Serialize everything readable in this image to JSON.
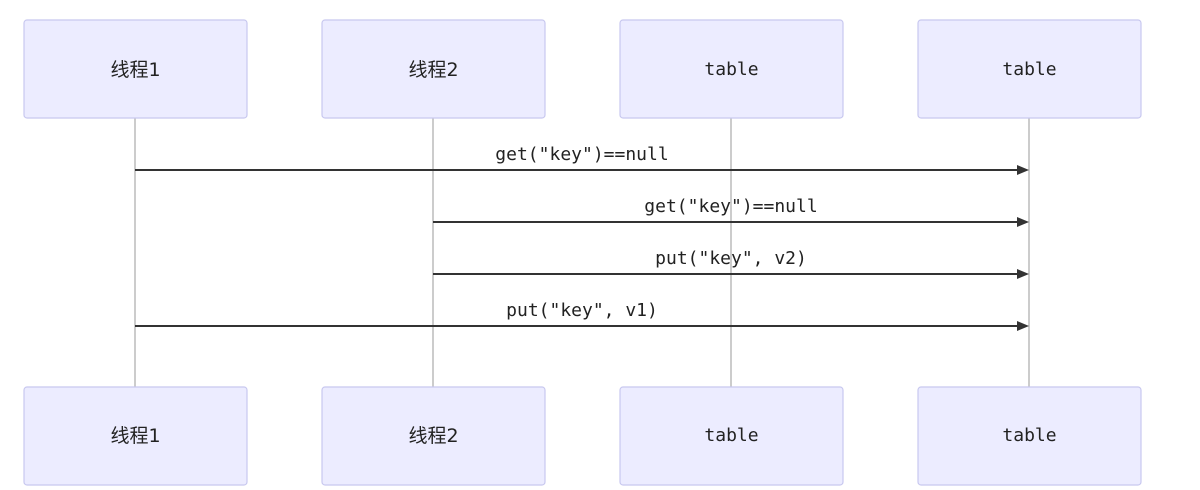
{
  "participants": [
    {
      "id": "t1",
      "label": "线程1"
    },
    {
      "id": "t2",
      "label": "线程2"
    },
    {
      "id": "tbl_a",
      "label": "table"
    },
    {
      "id": "tbl_b",
      "label": "table"
    }
  ],
  "messages": [
    {
      "from": "t1",
      "to": "tbl_b",
      "label": "get(\"key\")==null"
    },
    {
      "from": "t2",
      "to": "tbl_b",
      "label": "get(\"key\")==null"
    },
    {
      "from": "t2",
      "to": "tbl_b",
      "label": "put(\"key\", v2)"
    },
    {
      "from": "t1",
      "to": "tbl_b",
      "label": "put(\"key\", v1)"
    }
  ]
}
